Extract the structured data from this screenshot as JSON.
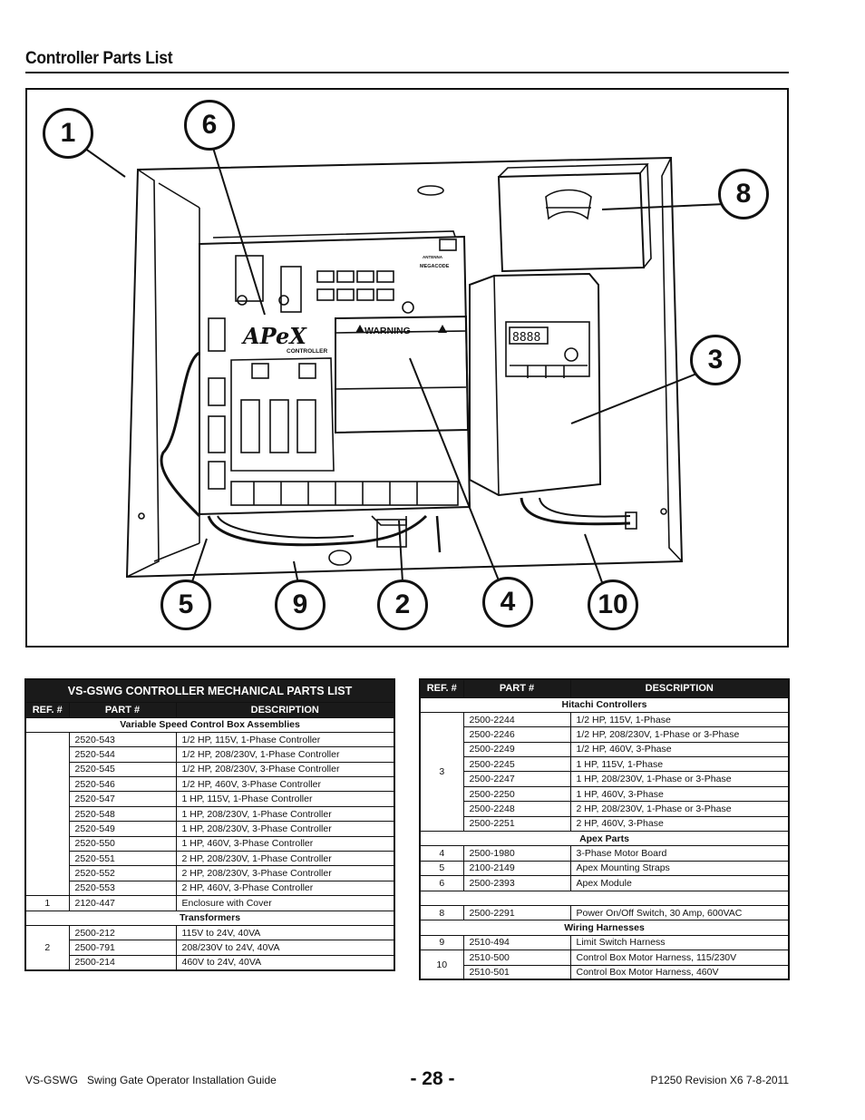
{
  "page_title": "Controller Parts List",
  "figure": {
    "callouts": [
      "1",
      "6",
      "8",
      "3",
      "5",
      "9",
      "2",
      "4",
      "10"
    ],
    "labels": {
      "brand": "APeX",
      "brand_sub": "CONTROLLER",
      "warning": "WARNING",
      "antenna": "ANTENNA",
      "receiver": "MEGACODE",
      "display": "8888"
    }
  },
  "left_table": {
    "title": "VS-GSWG CONTROLLER MECHANICAL PARTS LIST",
    "headers": {
      "ref": "REF. #",
      "part": "PART #",
      "description": "DESCRIPTION"
    },
    "groups": {
      "vscb": "Variable Speed Control Box Assemblies",
      "transformers": "Transformers"
    },
    "vscb_rows": [
      {
        "part": "2520-543",
        "description": "1/2 HP, 115V, 1-Phase Controller"
      },
      {
        "part": "2520-544",
        "description": "1/2 HP, 208/230V, 1-Phase Controller"
      },
      {
        "part": "2520-545",
        "description": "1/2 HP, 208/230V, 3-Phase Controller"
      },
      {
        "part": "2520-546",
        "description": "1/2 HP, 460V, 3-Phase Controller"
      },
      {
        "part": "2520-547",
        "description": "1 HP, 115V, 1-Phase Controller"
      },
      {
        "part": "2520-548",
        "description": "1 HP, 208/230V, 1-Phase Controller"
      },
      {
        "part": "2520-549",
        "description": "1 HP, 208/230V, 3-Phase Controller"
      },
      {
        "part": "2520-550",
        "description": "1 HP, 460V, 3-Phase Controller"
      },
      {
        "part": "2520-551",
        "description": "2 HP, 208/230V, 1-Phase Controller"
      },
      {
        "part": "2520-552",
        "description": "2 HP, 208/230V, 3-Phase Controller"
      },
      {
        "part": "2520-553",
        "description": "2 HP, 460V, 3-Phase Controller"
      }
    ],
    "enclosure_row": {
      "ref": "1",
      "part": "2120-447",
      "description": "Enclosure with Cover"
    },
    "transformer_ref": "2",
    "transformer_rows": [
      {
        "part": "2500-212",
        "description": "115V to 24V, 40VA"
      },
      {
        "part": "2500-791",
        "description": "208/230V to 24V, 40VA"
      },
      {
        "part": "2500-214",
        "description": "460V to 24V, 40VA"
      }
    ]
  },
  "right_table": {
    "headers": {
      "ref": "REF. #",
      "part": "PART #",
      "description": "DESCRIPTION"
    },
    "groups": {
      "hitachi": "Hitachi Controllers",
      "apex": "Apex Parts",
      "harness": "Wiring Harnesses"
    },
    "hitachi_ref": "3",
    "hitachi_rows": [
      {
        "part": "2500-2244",
        "description": "1/2 HP, 115V, 1-Phase"
      },
      {
        "part": "2500-2246",
        "description": "1/2 HP, 208/230V, 1-Phase or 3-Phase"
      },
      {
        "part": "2500-2249",
        "description": "1/2 HP, 460V, 3-Phase"
      },
      {
        "part": "2500-2245",
        "description": "1 HP, 115V, 1-Phase"
      },
      {
        "part": "2500-2247",
        "description": "1 HP, 208/230V, 1-Phase or 3-Phase"
      },
      {
        "part": "2500-2250",
        "description": "1 HP, 460V, 3-Phase"
      },
      {
        "part": "2500-2248",
        "description": "2 HP, 208/230V, 1-Phase or 3-Phase"
      },
      {
        "part": "2500-2251",
        "description": "2 HP, 460V, 3-Phase"
      }
    ],
    "apex_rows": [
      {
        "ref": "4",
        "part": "2500-1980",
        "description": "3-Phase Motor Board"
      },
      {
        "ref": "5",
        "part": "2100-2149",
        "description": "Apex Mounting Straps"
      },
      {
        "ref": "6",
        "part": "2500-2393",
        "description": "Apex Module"
      }
    ],
    "switch_row": {
      "ref": "8",
      "part": "2500-2291",
      "description": "Power On/Off Switch, 30 Amp, 600VAC"
    },
    "harness_rows": [
      {
        "ref": "9",
        "part": "2510-494",
        "description": "Limit Switch Harness"
      }
    ],
    "motor_harness_ref": "10",
    "motor_harness_rows": [
      {
        "part": "2510-500",
        "description": "Control Box Motor Harness, 115/230V"
      },
      {
        "part": "2510-501",
        "description": "Control Box Motor Harness, 460V"
      }
    ]
  },
  "footer": {
    "doc_code": "VS-GSWG",
    "doc_name": "Swing Gate Operator Installation Guide",
    "page_number": "- 28 -",
    "revision": "P1250 Revision X6 7-8-2011"
  }
}
